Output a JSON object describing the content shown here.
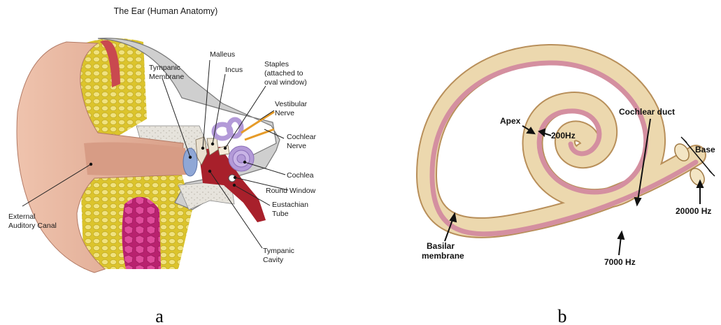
{
  "ear_panel": {
    "title": "The Ear (Human Anatomy)",
    "labels": {
      "tympanic_membrane": [
        "Tympanic",
        "Membrane"
      ],
      "malleus": "Malleus",
      "incus": "Incus",
      "staples": [
        "Staples",
        "(attached to",
        "oval window)"
      ],
      "vestibular_nerve": [
        "Vestibular",
        "Nerve"
      ],
      "cochlear_nerve": [
        "Cochlear",
        "Nerve"
      ],
      "cochlea": "Cochlea",
      "round_window": "Round Window",
      "eustachian_tube": [
        "Eustachian",
        "Tube"
      ],
      "tympanic_cavity": [
        "Tympanic",
        "Cavity"
      ],
      "external_auditory_canal": [
        "External",
        "Auditory Canal"
      ]
    },
    "panel_letter": "a"
  },
  "cochlea_panel": {
    "labels": {
      "apex": "Apex",
      "hz_200": "200Hz",
      "cochlear_duct": "Cochlear duct",
      "base": "Base",
      "hz_20000": "20000 Hz",
      "hz_7000": "7000 Hz",
      "basilar_membrane": [
        "Basilar",
        "membrane"
      ]
    },
    "panel_letter": "b"
  },
  "colors": {
    "skin": "#e8b39c",
    "canal": "#d9a38c",
    "fat_yellow": "#e6d13a",
    "fat_cell": "#f2e58a",
    "bone_grey": "#cfcfcf",
    "magenta_tissue": "#d13a8e",
    "eardrum_blue": "#8fa7d6",
    "ossicle_red": "#a8202b",
    "cochlea_purple": "#b39ad8",
    "nerve_orange": "#e69b28",
    "cochlea_tan": "#e9d3a8",
    "cochlea_pink": "#d48fa0"
  }
}
